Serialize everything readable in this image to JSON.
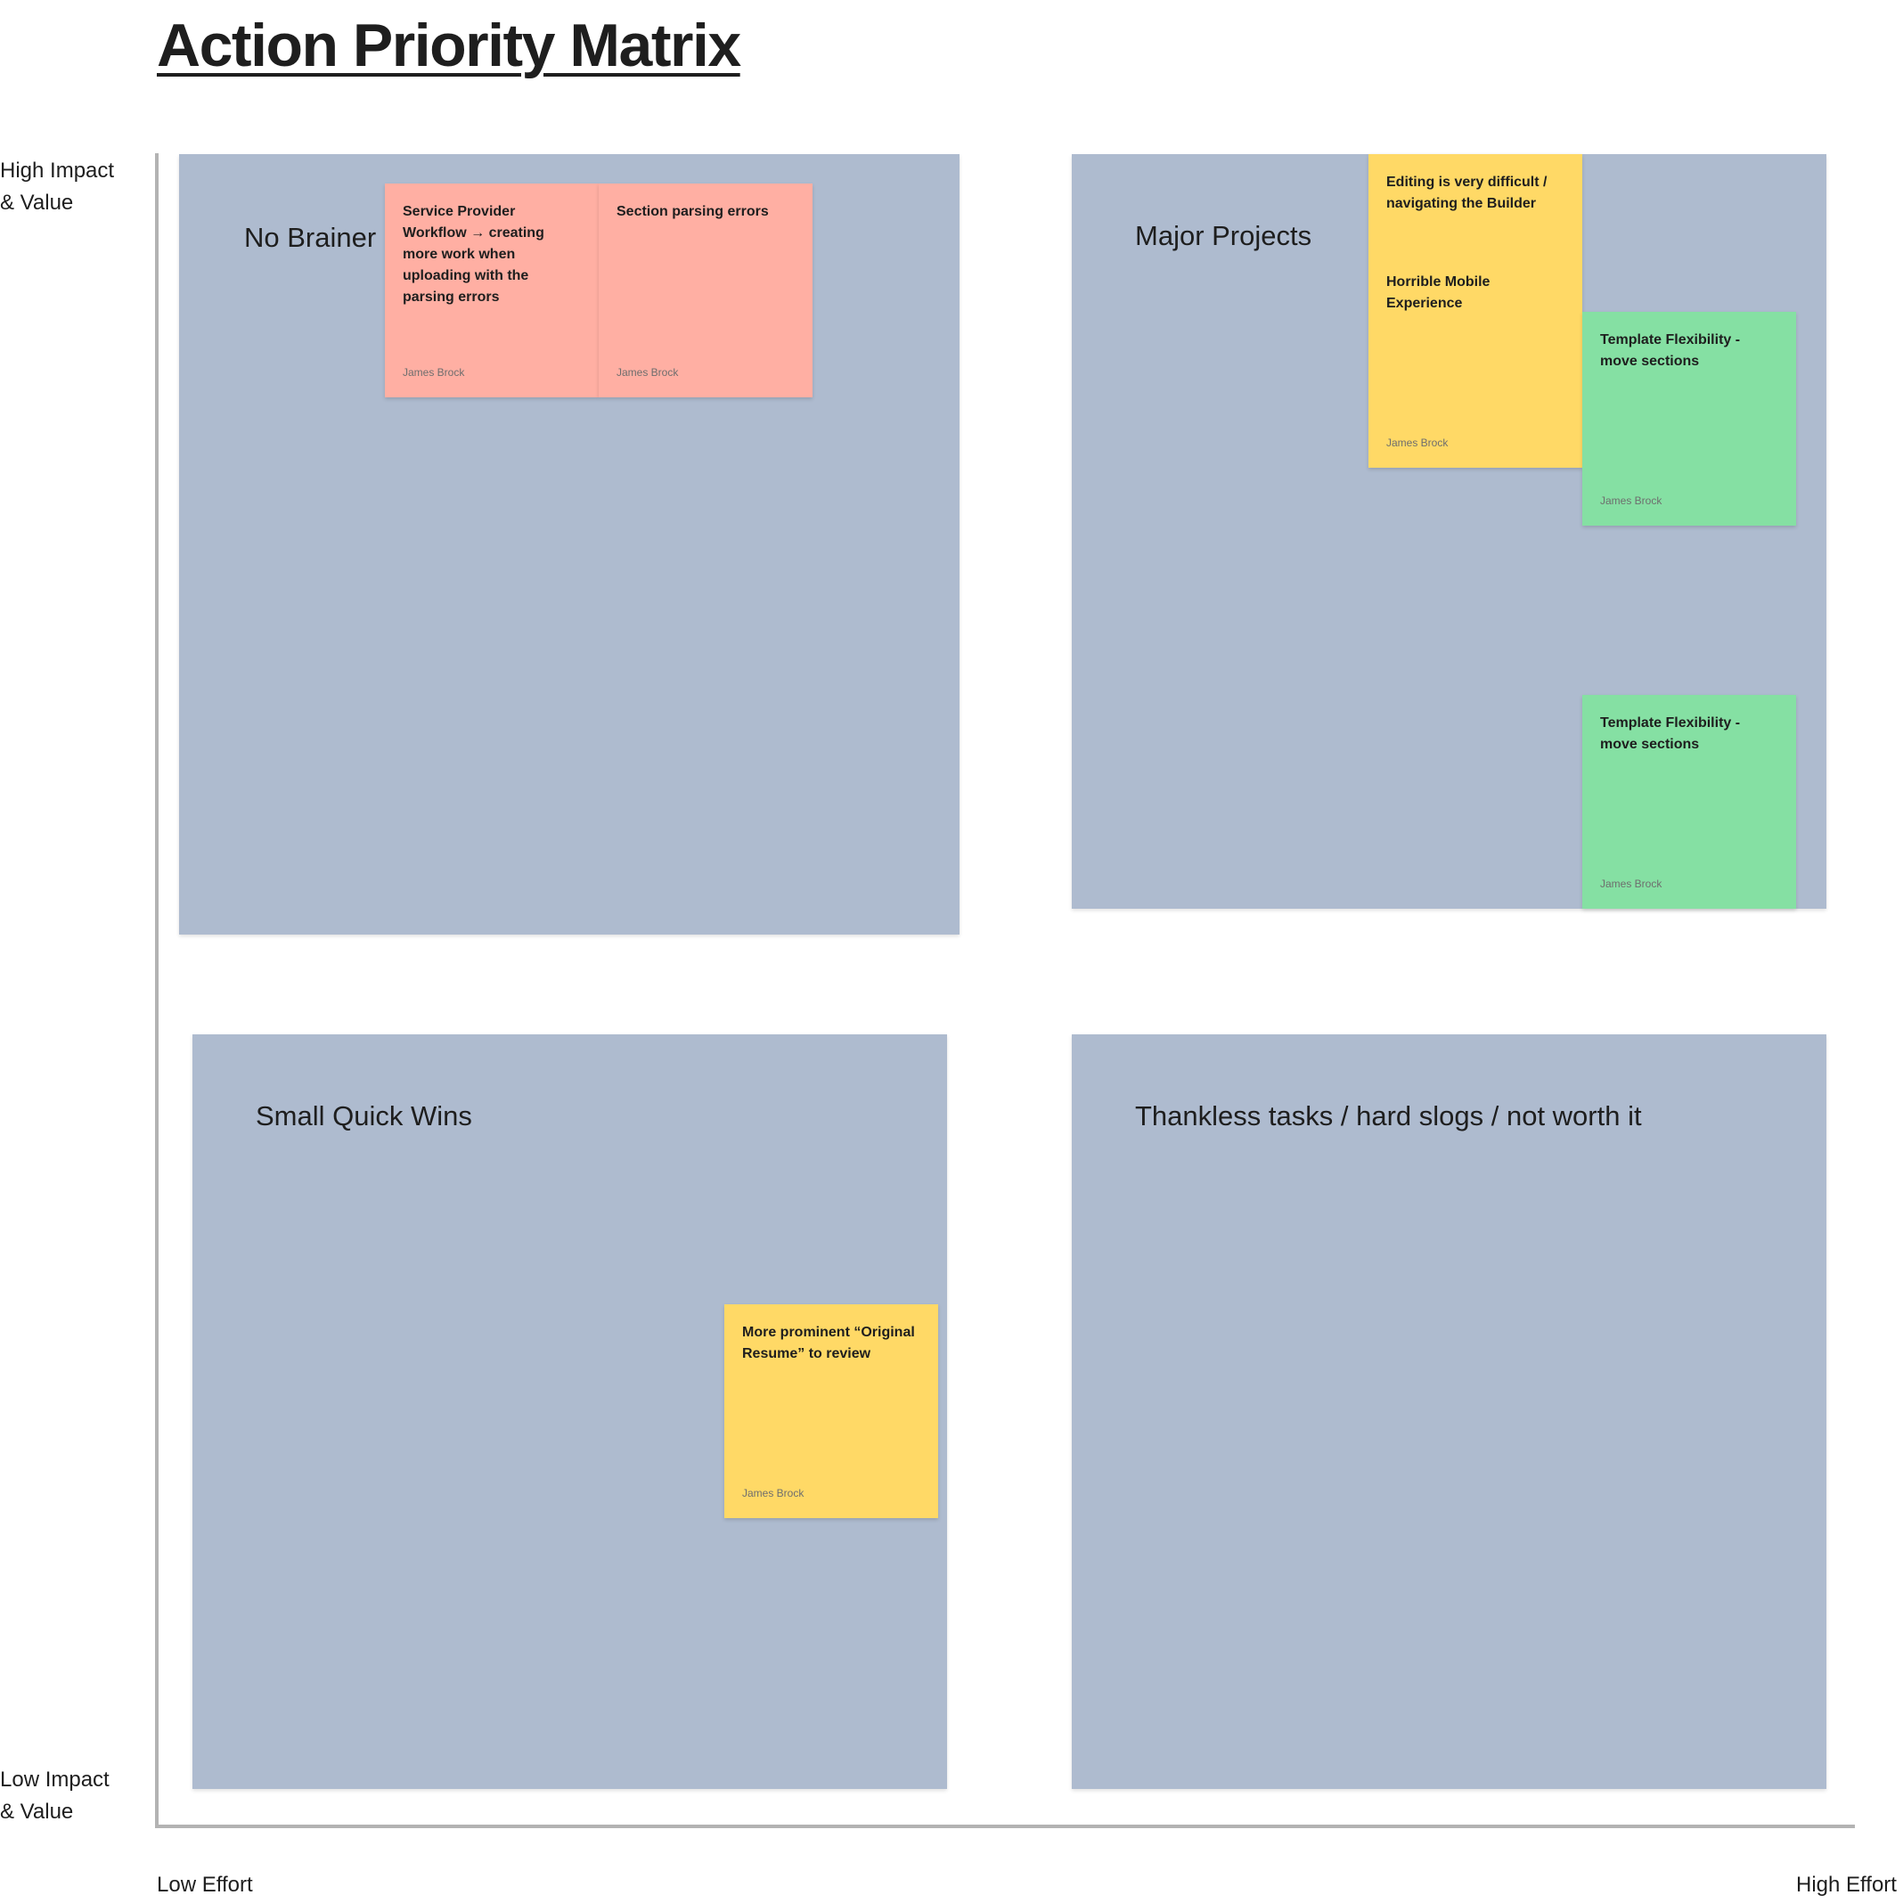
{
  "title": "Action Priority Matrix",
  "axes": {
    "y_high": "High Impact\n& Value",
    "y_low": "Low Impact\n& Value",
    "x_low": "Low Effort",
    "x_high": "High Effort"
  },
  "quadrants": {
    "no_brainer": "No Brainer",
    "major_projects": "Major Projects",
    "small_quick_wins": "Small Quick Wins",
    "thankless_tasks": "Thankless tasks / hard slogs / not worth it"
  },
  "notes": {
    "service_provider": {
      "text": "Service Provider Workflow → creating more work when uploading with the parsing errors",
      "author": "James Brock"
    },
    "section_parsing": {
      "text": "Section parsing errors",
      "author": "James Brock"
    },
    "editing_difficult": {
      "text": "Editing is very difficult / navigating the Builder"
    },
    "horrible_mobile": {
      "text": "Horrible Mobile Experience",
      "author": "James Brock"
    },
    "template_flex_1": {
      "text": "Template Flexibility - move sections",
      "author": "James Brock"
    },
    "template_flex_2": {
      "text": "Template Flexibility - move sections",
      "author": "James Brock"
    },
    "original_resume": {
      "text": "More prominent “Original Resume” to review",
      "author": "James Brock"
    }
  },
  "colors": {
    "quadrant": "#aebbcf",
    "note_red": "#ffafa3",
    "note_yellow": "#ffd966",
    "note_green": "#85e0a3",
    "axis": "#b3b3b3"
  }
}
